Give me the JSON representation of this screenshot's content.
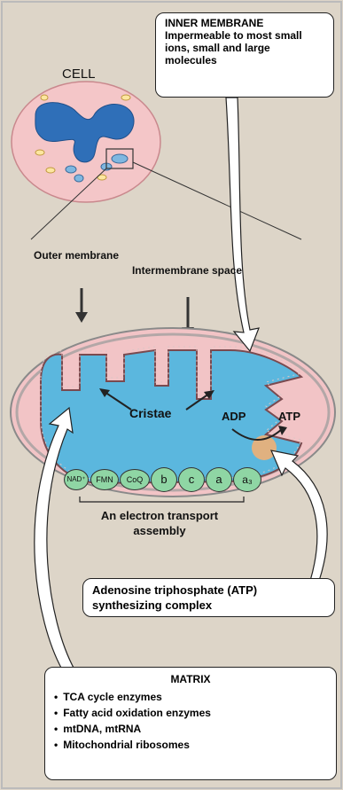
{
  "cell_label": "CELL",
  "inner_membrane": {
    "title": "INNER MEMBRANE",
    "desc": "Impermeable to most small ions, small and large molecules"
  },
  "outer_membrane": "Outer membrane",
  "intermembrane_space": "Intermembrane space",
  "cristae": "Cristae",
  "adp": "ADP",
  "atp": "ATP",
  "chain": [
    "NAD⁺",
    "FMN",
    "CoQ",
    "b",
    "c",
    "a",
    "a₃"
  ],
  "electron_transport": "An electron transport assembly",
  "atp_synthase": "Adenosine triphosphate (ATP) synthesizing complex",
  "matrix": {
    "title": "MATRIX",
    "items": [
      "TCA cycle enzymes",
      "Fatty acid oxidation enzymes",
      "mtDNA, mtRNA",
      "Mitochondrial ribosomes"
    ]
  }
}
